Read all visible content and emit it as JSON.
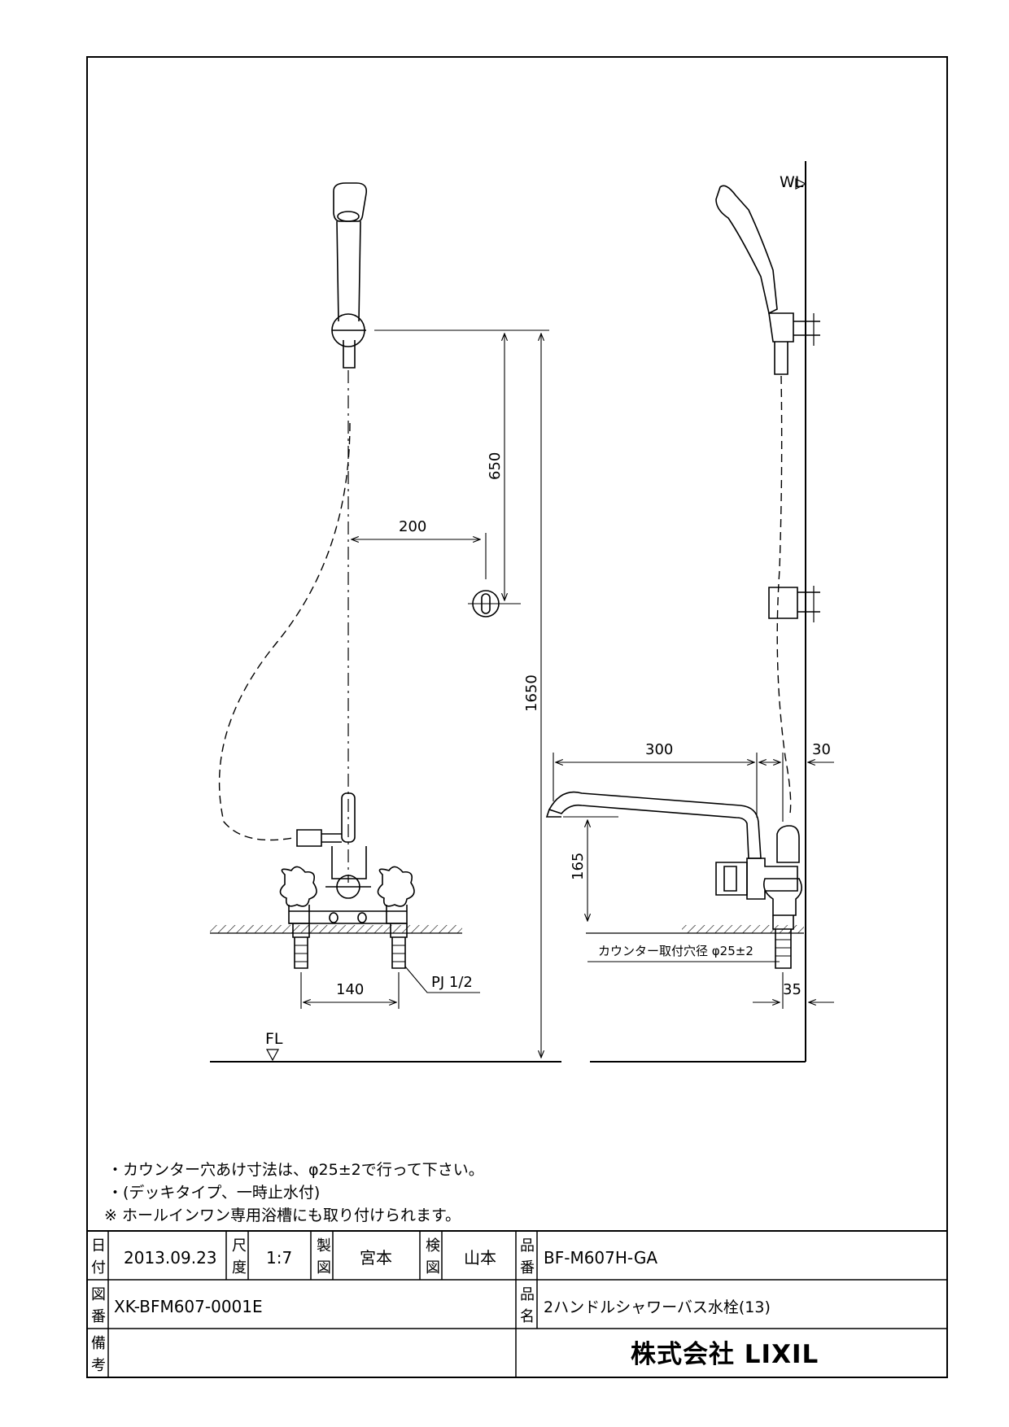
{
  "labels": {
    "wl": "WL",
    "fl": "FL",
    "pipe_thread": "PJ 1/2",
    "counter_hole": "カウンター取付穴径 φ25±2"
  },
  "dimensions": {
    "d650": "650",
    "d200": "200",
    "d1650": "1650",
    "d140": "140",
    "d300": "300",
    "d30": "30",
    "d165": "165",
    "d35": "35"
  },
  "notes": [
    "・カウンター穴あけ寸法は、φ25±2で行って下さい。",
    "・(デッキタイプ、一時止水付)",
    "※ ホールインワン専用浴槽にも取り付けられます。"
  ],
  "title_block": {
    "date_label": "日付",
    "date": "2013.09.23",
    "scale_label": "尺度",
    "scale": "1:7",
    "drawn_label": "製図",
    "drawn_by": "宮本",
    "checked_label": "検図",
    "checked_by": "山本",
    "product_no_label": "品番",
    "product_no": "BF-M607H-GA",
    "drawing_no_label": "図番",
    "drawing_no": "XK-BFM607-0001E",
    "product_name_label": "品名",
    "product_name": "2ハンドルシャワーバス水栓(13)",
    "remarks_label": "備考",
    "company": "株式会社 LIXIL"
  }
}
